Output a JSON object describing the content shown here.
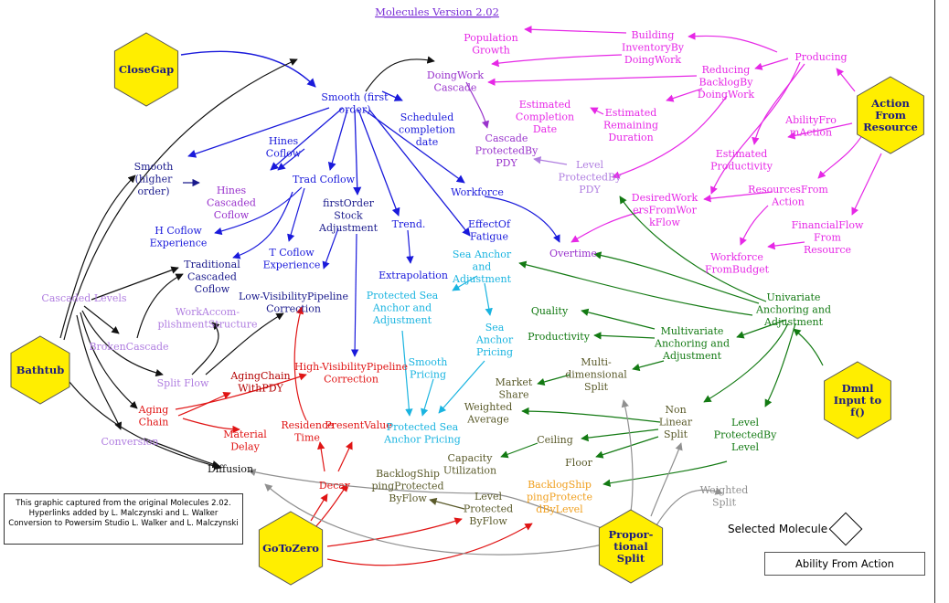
{
  "title": "Molecules Version 2.02",
  "caption": [
    "This graphic captured from the original Molecules 2.02.",
    "Hyperlinks added by L. Malczynski and L. Walker",
    "Conversion to Powersim Studio L. Walker and L. Malczynski"
  ],
  "selected": {
    "label": "Selected Molecule",
    "value": "Ability From Action"
  },
  "colors": {
    "blue": "#1a1adb",
    "navy": "#1a1a8c",
    "magenta": "#e628e6",
    "purple": "#9933cc",
    "lavender": "#b07ee0",
    "red": "#e01515",
    "darkred": "#b30000",
    "green": "#137a13",
    "cyan": "#1ab4e0",
    "olive": "#5a5a2a",
    "orange": "#f0a020",
    "gray": "#909090",
    "black": "#111111",
    "hex": "#ffee00"
  },
  "hexagons": [
    {
      "id": "closegap",
      "lines": [
        "CloseGap"
      ]
    },
    {
      "id": "bathtub",
      "lines": [
        "Bathtub"
      ]
    },
    {
      "id": "gotozero",
      "lines": [
        "GoToZero"
      ]
    },
    {
      "id": "proportional",
      "lines": [
        "Propor-",
        "tional",
        "Split"
      ]
    },
    {
      "id": "actionfromresource",
      "lines": [
        "Action",
        "From",
        "Resource"
      ]
    },
    {
      "id": "dmnl",
      "lines": [
        "Dmnl",
        "Input to",
        "f()"
      ]
    }
  ],
  "labels": {
    "smoothfirst": [
      "Smooth (first",
      "order)"
    ],
    "scheduled": [
      "Scheduled",
      "completion",
      "date"
    ],
    "hinescoflow": [
      "Hines",
      "Coflow"
    ],
    "smoothhigher": [
      "Smooth",
      "(higher",
      "order)"
    ],
    "hinescascaded": [
      "Hines",
      "Cascaded",
      "Coflow"
    ],
    "tradcoflow": [
      "Trad Coflow"
    ],
    "hcoflowexp": [
      "H Coflow",
      "Experience"
    ],
    "firstorder": [
      "firstOrder",
      "Stock",
      "Adjustment"
    ],
    "trend": [
      "Trend."
    ],
    "workforce": [
      "Workforce"
    ],
    "effectfatigue": [
      "EffectOf",
      "Fatigue"
    ],
    "tcoflowexp": [
      "T Coflow",
      "Experience"
    ],
    "traditionalcascaded": [
      "Traditional",
      "Cascaded",
      "Coflow"
    ],
    "extrapolation": [
      "Extrapolation"
    ],
    "seaanchoradj": [
      "Sea Anchor",
      "and",
      "Adjustment"
    ],
    "cascadedlevels": [
      "Cascaded Levels"
    ],
    "lowvis": [
      "Low-VisibilityPipeline",
      "Correction"
    ],
    "protseaanchoradj": [
      "Protected Sea",
      "Anchor and",
      "Adjustment"
    ],
    "workaccom": [
      "WorkAccom-",
      "plishmentStructure"
    ],
    "brokencascade": [
      "BrokenCascade"
    ],
    "seaanchorpricing": [
      "Sea",
      "Anchor",
      "Pricing"
    ],
    "splitflow": [
      "Split Flow"
    ],
    "agingchainpdy": [
      "AgingChain",
      "WithPDY"
    ],
    "highvis": [
      "High-VisibilityPipeline",
      "Correction"
    ],
    "smoothpricing": [
      "Smooth",
      "Pricing"
    ],
    "agingchain": [
      "Aging",
      "Chain"
    ],
    "materialdelay": [
      "Material",
      "Delay"
    ],
    "residencetime": [
      "Residence",
      "Time"
    ],
    "presentvalue": [
      "PresentValue"
    ],
    "protseaanchorpricing": [
      "Protected Sea",
      "Anchor Pricing"
    ],
    "conversion": [
      "Conversion"
    ],
    "decay": [
      "Decay"
    ],
    "diffusion": [
      "Diffusion"
    ],
    "backlogflow": [
      "BacklogShip",
      "pingProtected",
      "ByFlow"
    ],
    "levelprotflow": [
      "Level",
      "Protected",
      "ByFlow"
    ],
    "backloglevel": [
      "BacklogShip",
      "pingProtecte",
      "dByLevel"
    ],
    "weightedsplit": [
      "Weighted",
      "Split"
    ],
    "popgrowth": [
      "Population",
      "Growth"
    ],
    "buildinginv": [
      "Building",
      "InventoryBy",
      "DoingWork"
    ],
    "producing": [
      "Producing"
    ],
    "doingworkcascade": [
      "DoingWork",
      "Cascade"
    ],
    "reducingbacklog": [
      "Reducing",
      "BacklogBy",
      "DoingWork"
    ],
    "estcompletion": [
      "Estimated",
      "Completion",
      "Date"
    ],
    "estremaining": [
      "Estimated",
      "Remaining",
      "Duration"
    ],
    "abilityfromaction": [
      "AbilityFro",
      "mAction"
    ],
    "cascadeprotected": [
      "Cascade",
      "ProtectedBy",
      "PDY"
    ],
    "levelprotpdy": [
      "Level",
      "ProtectedBy",
      "PDY"
    ],
    "estproductivity": [
      "Estimated",
      "Productivity"
    ],
    "desiredwork": [
      "DesiredWork",
      "ersFromWor",
      "kFlow"
    ],
    "resourcesfromaction": [
      "ResourcesFrom",
      "Action"
    ],
    "overtime": [
      "Overtime"
    ],
    "financialflow": [
      "FinancialFlow",
      "From",
      "Resource"
    ],
    "workforcebudget": [
      "Workforce",
      "FromBudget"
    ],
    "univariate": [
      "Univariate",
      "Anchoring and",
      "Adjustment"
    ],
    "quality": [
      "Quality"
    ],
    "productivity": [
      "Productivity"
    ],
    "multivariate": [
      "Multivariate",
      "Anchoring and",
      "Adjustment"
    ],
    "multidim": [
      "Multi-",
      "dimensional",
      "Split"
    ],
    "marketshare": [
      "Market",
      "Share"
    ],
    "weightedavg": [
      "Weighted",
      "Average"
    ],
    "nonlinear": [
      "Non",
      "Linear",
      "Split"
    ],
    "levelprotlevel": [
      "Level",
      "ProtectedBy",
      "Level"
    ],
    "ceiling": [
      "Ceiling"
    ],
    "floor": [
      "Floor"
    ],
    "capacityutil": [
      "Capacity",
      "Utilization"
    ]
  }
}
